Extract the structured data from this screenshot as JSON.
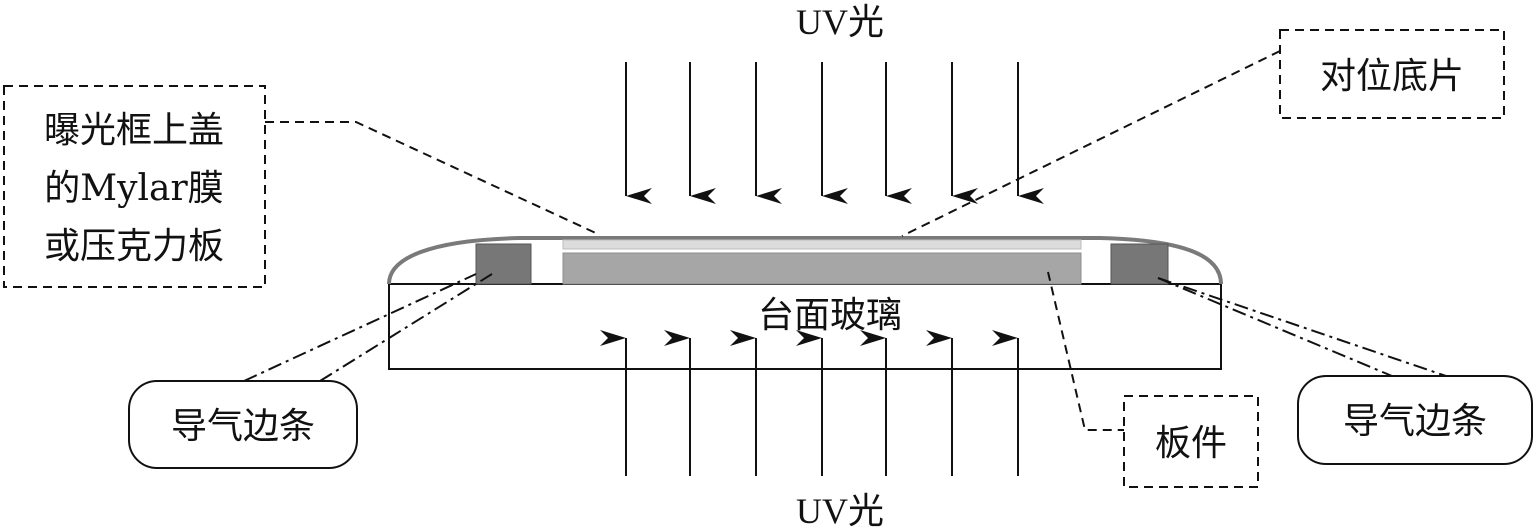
{
  "labels": {
    "uv_top": "UV光",
    "uv_bottom": "UV光",
    "film_alignment": "对位底片",
    "cover_line1": "曝光框上盖",
    "cover_line2": "的Mylar膜",
    "cover_line3": "或压克力板",
    "glass_table": "台面玻璃",
    "vent_left": "导气边条",
    "vent_right": "导气边条",
    "board": "板件"
  },
  "colors": {
    "line": "#111111",
    "cover_arc": "#7a7a7a",
    "vent_strip": "#777777",
    "board": "#a6a6a6",
    "film": "#dcdcdc",
    "background": "#ffffff"
  }
}
